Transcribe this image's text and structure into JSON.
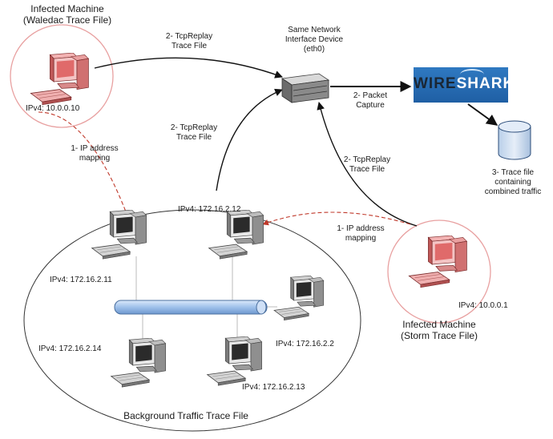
{
  "hosts": {
    "waledac": {
      "title_line1": "Infected Machine",
      "title_line2": "(Waledac Trace File)",
      "ip": "IPv4: 10.0.0.10"
    },
    "storm": {
      "title_line1": "Infected Machine",
      "title_line2": "(Storm Trace File)",
      "ip": "IPv4: 10.0.0.1"
    },
    "background": [
      {
        "ip": "IPv4: 172.16.2.11"
      },
      {
        "ip": "IPv4: 172.16.2.12"
      },
      {
        "ip": "IPv4: 172.16.2.2"
      },
      {
        "ip": "IPv4: 172.16.2.14"
      },
      {
        "ip": "IPv4: 172.16.2.13"
      }
    ],
    "background_title": "Background Traffic Trace File"
  },
  "switch": {
    "line1": "Same Network",
    "line2": "Interface Device",
    "line3": "(eth0)"
  },
  "edges": {
    "tcpreplay_waledac": {
      "line1": "2- TcpReplay",
      "line2": "Trace File"
    },
    "tcpreplay_background": {
      "line1": "2- TcpReplay",
      "line2": "Trace File"
    },
    "tcpreplay_storm": {
      "line1": "2- TcpReplay",
      "line2": "Trace File"
    },
    "packet_capture": {
      "line1": "2- Packet",
      "line2": "Capture"
    },
    "ip_mapping_left": {
      "line1": "1- IP address",
      "line2": "mapping"
    },
    "ip_mapping_right": {
      "line1": "1- IP address",
      "line2": "mapping"
    }
  },
  "wireshark": {
    "part1": "WIRE",
    "part2": "SHARK"
  },
  "trace_db": {
    "line1": "3- Trace file",
    "line2": "containing",
    "line3": "combined traffic"
  },
  "colors": {
    "infected": "#e06a6a",
    "circle": "#e8a0a0",
    "bus": "#a9c8ee",
    "wireshark": "#2f79c1"
  }
}
